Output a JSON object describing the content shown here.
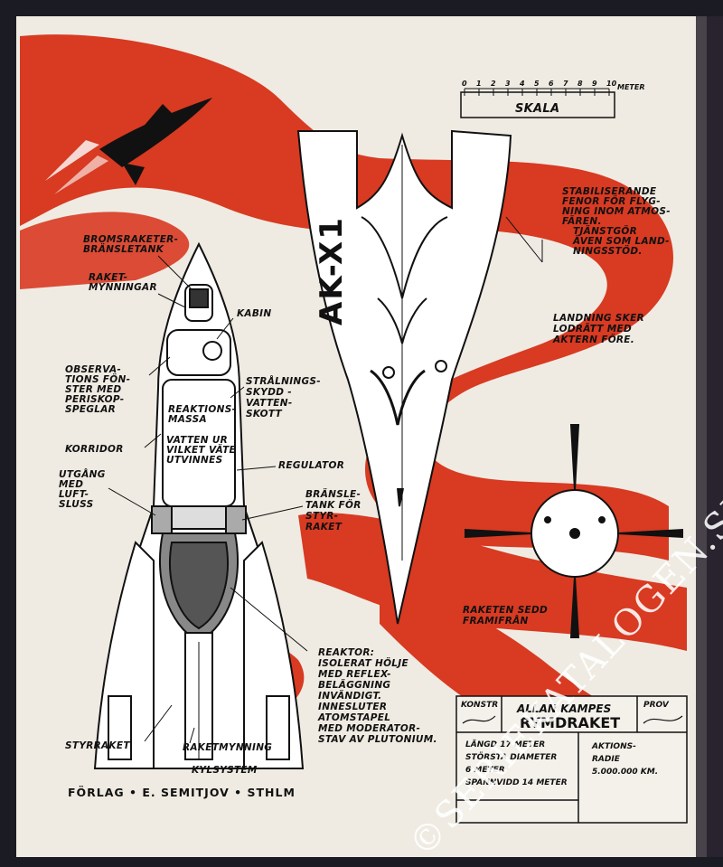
{
  "cover": {
    "rocket_name": "AK-X1",
    "publisher_line": "FÖRLAG • E. SEMITJOV • STHLM",
    "watermark": "©SERIEKATALOGEN.SE",
    "scale": {
      "numbers": [
        "0",
        "1",
        "2",
        "3",
        "4",
        "5",
        "6",
        "7",
        "8",
        "9",
        "10"
      ],
      "unit": "METER",
      "label": "SKALA"
    },
    "labels": {
      "bromsraketer": [
        "BROMSRAKETER-",
        "BRÄNSLETANK"
      ],
      "raketmynningar": [
        "RAKET-",
        "MYNNINGAR"
      ],
      "kabin": "KABIN",
      "observation": [
        "OBSERVA-",
        "TIONS FÖN-",
        "STER MED",
        "PERISKOP-",
        "SPEGLAR"
      ],
      "straling": [
        "STRÅLNINGS-",
        "SKYDD -",
        "VATTEN-",
        "SKOTT"
      ],
      "reaktionsmassa": [
        "REAKTIONS-",
        "MASSA"
      ],
      "vatten": [
        "VATTEN UR",
        "VILKET VÄTE",
        "UTVINNES"
      ],
      "korridor": "KORRIDOR",
      "regulator": "REGULATOR",
      "utgang": [
        "UTGÅNG",
        "MED",
        "LUFT-",
        "SLUSS"
      ],
      "bransletank": [
        "BRÄNSLE-",
        "TANK FÖR",
        "STYR-",
        "RAKET"
      ],
      "reaktor": [
        "REAKTOR:",
        "ISOLERAT HÖLJE",
        "MED REFLEX-",
        "BELÄGGNING",
        "INVÄNDIGT.",
        "INNESLUTER",
        "ATOMSTAPEL",
        "MED MODERATOR-",
        "STAV AV PLUTONIUM."
      ],
      "styrraket": "STYRRAKET",
      "raketmynning": "RAKETMYNNING",
      "kylsystem": "KYLSYSTEM",
      "stabiliserande": [
        "STABILISERANDE",
        "FENOR FÖR FLYG-",
        "NING INOM ATMOS-",
        "FÄREN.",
        "TJÄNSTGÖR",
        "ÄVEN SOM LAND-",
        "NINGSSTÖD."
      ],
      "landning": [
        "LANDNING SKER",
        "LODRÄTT MED",
        "AKTERN FÖRE."
      ],
      "framifran": [
        "RAKETEN SEDD",
        "FRAMIFRÅN"
      ]
    },
    "title_block": {
      "konstr": "KONSTR",
      "title_top": "ALLAN KAMPES",
      "title_main": "RYMDRAKET",
      "prov": "PROV",
      "dims": [
        "LÄNGD 17 METER",
        "STÖRSTA DIAMETER",
        "6 METER",
        "SPANNVIDD 14 METER"
      ],
      "aktion": [
        "AKTIONS-",
        "RADIE",
        "5.000.000 KM."
      ]
    },
    "colors": {
      "paper": "#f1ede4",
      "red": "#d83a22",
      "ink": "#111111"
    }
  }
}
